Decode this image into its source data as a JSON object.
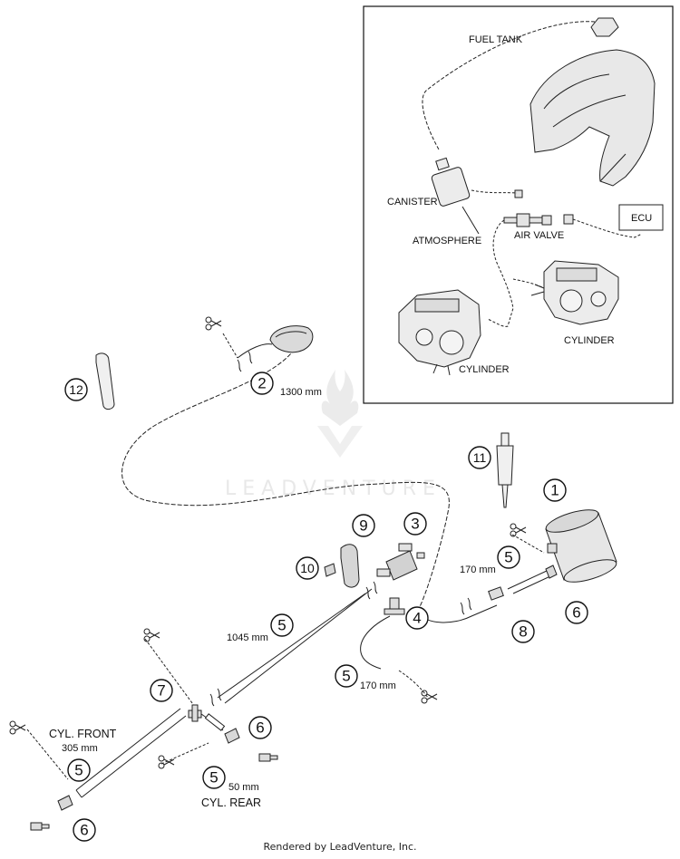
{
  "inset": {
    "fuel_tank": "FUEL TANK",
    "canister": "CANISTER",
    "atmosphere": "ATMOSPHERE",
    "air_valve": "AIR VALVE",
    "ecu": "ECU",
    "cylinder_right": "CYLINDER",
    "cylinder_left": "CYLINDER"
  },
  "callouts": {
    "c1": "1",
    "c2": "2",
    "c3": "3",
    "c4": "4",
    "c5a": "5",
    "c5b": "5",
    "c5c": "5",
    "c5d": "5",
    "c5e": "5",
    "c6a": "6",
    "c6b": "6",
    "c6c": "6",
    "c7": "7",
    "c8": "8",
    "c9": "9",
    "c10": "10",
    "c11": "11",
    "c12": "12"
  },
  "dimensions": {
    "d1300": "1300 mm",
    "d170a": "170 mm",
    "d1045": "1045 mm",
    "d170b": "170 mm",
    "d305": "305 mm",
    "d50": "50 mm"
  },
  "labels": {
    "cyl_front": "CYL. FRONT",
    "cyl_rear": "CYL. REAR"
  },
  "watermark": "LEADVENTURE",
  "footer": "Rendered by LeadVenture, Inc."
}
